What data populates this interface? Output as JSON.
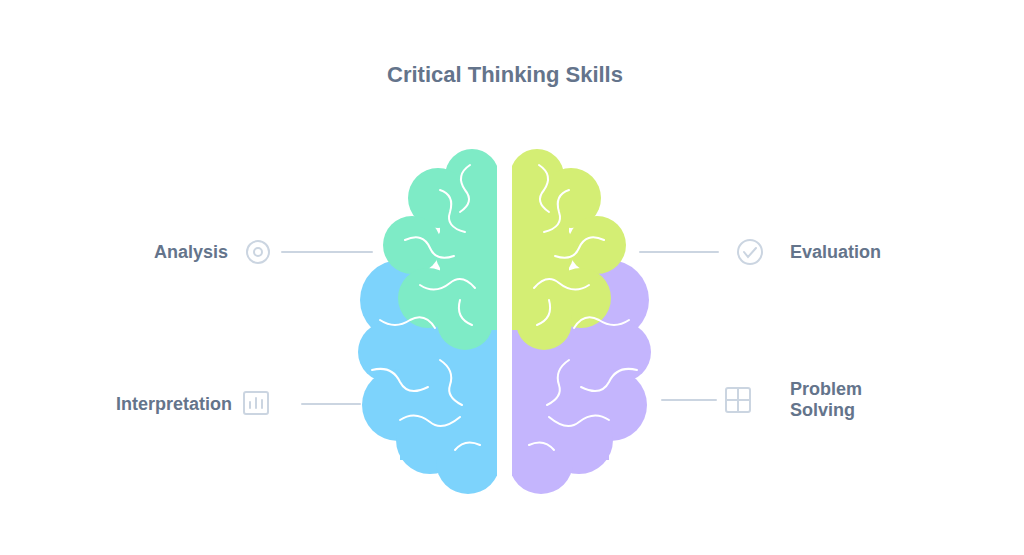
{
  "diagram": {
    "title": "Critical Thinking Skills",
    "labels": [
      "Analysis",
      "Evaluation",
      "Interpretation",
      "Problem Solving"
    ]
  }
}
